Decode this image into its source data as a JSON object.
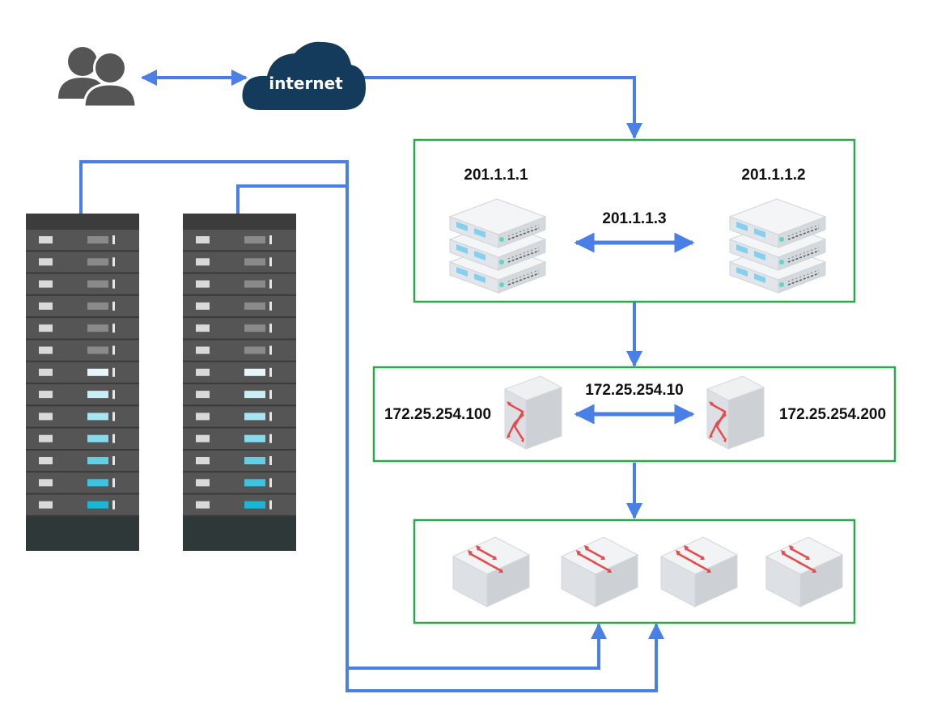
{
  "colors": {
    "link": "#4a7fe8",
    "box_border": "#2aa84a",
    "cloud": "#143a5c",
    "users": "#555555",
    "rack_body": "#4a4a4a",
    "rack_top": "#3c3c3c",
    "rack_base": "#2f3838",
    "rack_led_grey": "#8a8a8a",
    "router_arrow": "#e84a4a"
  },
  "icons": {
    "users": "users-icon",
    "cloud": "cloud-icon",
    "server": "server-stack-icon",
    "router": "router-icon",
    "switch": "switch-icon",
    "rack": "server-rack-icon"
  },
  "cloud": {
    "label": "internet"
  },
  "lb_group": {
    "left_ip": "201.1.1.1",
    "right_ip": "201.1.1.2",
    "vip": "201.1.1.3"
  },
  "router_group": {
    "left_ip": "172.25.254.100",
    "right_ip": "172.25.254.200",
    "vip": "172.25.254.10"
  },
  "switch_group": {
    "switch_count": 4
  },
  "racks": {
    "count": 2,
    "units_per_rack": 13,
    "unit_led_colors": [
      "#8a8a8a",
      "#8a8a8a",
      "#8a8a8a",
      "#8a8a8a",
      "#8a8a8a",
      "#8a8a8a",
      "#e6f6fb",
      "#c8eef6",
      "#a8e4f1",
      "#86daec",
      "#62cfe6",
      "#3cc3df",
      "#1ab6d8"
    ]
  }
}
